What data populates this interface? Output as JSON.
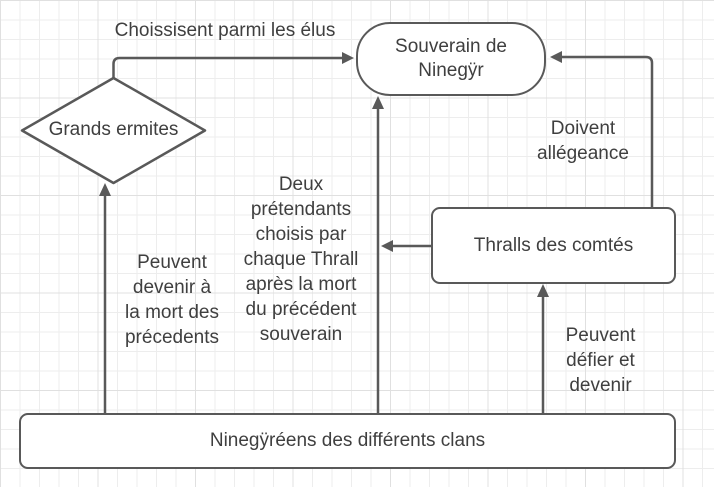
{
  "diagram": {
    "nodes": {
      "souverain": {
        "label": "Souverain de\nNinegÿr",
        "shape": "rounded-rectangle"
      },
      "grands_ermites": {
        "label": "Grands ermites",
        "shape": "diamond"
      },
      "thralls": {
        "label": "Thralls des comtés",
        "shape": "rectangle"
      },
      "ninegyreens": {
        "label": "Ninegÿréens des différents clans",
        "shape": "rectangle"
      }
    },
    "edge_labels": {
      "choissisent": "Choissisent parmi les élus",
      "doivent": "Doivent\nallégeance",
      "deux_pretendants": "Deux\nprétendants\nchoisis par\nchaque Thrall\naprès la mort\ndu précédent\nsouverain",
      "peuvent_devenir": "Peuvent\ndevenir à\nla mort des\nprécedents",
      "peuvent_defier": "Peuvent\ndéfier et\ndevenir"
    },
    "connections": [
      {
        "from": "grands_ermites",
        "to": "souverain",
        "label": "Choissisent parmi les élus"
      },
      {
        "from": "thralls",
        "to": "souverain",
        "label": "Doivent allégeance"
      },
      {
        "from": "ninegyreens",
        "to": "souverain",
        "label": "Deux prétendants choisis par chaque Thrall après la mort du précédent souverain"
      },
      {
        "from": "ninegyreens",
        "to": "grands_ermites",
        "label": "Peuvent devenir à la mort des précedents"
      },
      {
        "from": "ninegyreens",
        "to": "thralls",
        "label": "Peuvent défier et devenir"
      }
    ],
    "colors": {
      "stroke": "#595959",
      "text": "#3f3f3f",
      "node_fill": "#ffffff",
      "grid_minor": "#ededed",
      "grid_major": "#e0e0e0",
      "background": "#ffffff"
    }
  }
}
